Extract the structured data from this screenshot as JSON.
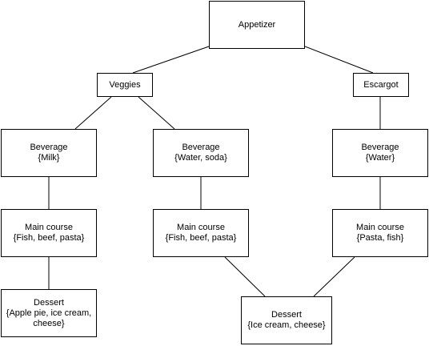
{
  "nodes": {
    "appetizer": {
      "lines": [
        "Appetizer"
      ]
    },
    "veggies": {
      "lines": [
        "Veggies"
      ]
    },
    "escargot": {
      "lines": [
        "Escargot"
      ]
    },
    "bev_milk": {
      "lines": [
        "Beverage",
        "{Milk}"
      ]
    },
    "bev_water_soda": {
      "lines": [
        "Beverage",
        "{Water, soda}"
      ]
    },
    "bev_water": {
      "lines": [
        "Beverage",
        "{Water}"
      ]
    },
    "main_1": {
      "lines": [
        "Main course",
        "{Fish, beef, pasta}"
      ]
    },
    "main_2": {
      "lines": [
        "Main course",
        "{Fish, beef, pasta}"
      ]
    },
    "main_3": {
      "lines": [
        "Main course",
        "{Pasta, fish}"
      ]
    },
    "dessert_1": {
      "lines": [
        "Dessert",
        "{Apple pie, ice cream,",
        "cheese}"
      ]
    },
    "dessert_2": {
      "lines": [
        "Dessert",
        "{Ice cream, cheese}"
      ]
    }
  },
  "edges": [
    {
      "from": "appetizer",
      "to": "veggies"
    },
    {
      "from": "appetizer",
      "to": "escargot"
    },
    {
      "from": "veggies",
      "to": "bev_milk"
    },
    {
      "from": "veggies",
      "to": "bev_water_soda"
    },
    {
      "from": "escargot",
      "to": "bev_water"
    },
    {
      "from": "bev_milk",
      "to": "main_1"
    },
    {
      "from": "bev_water_soda",
      "to": "main_2"
    },
    {
      "from": "bev_water",
      "to": "main_3"
    },
    {
      "from": "main_1",
      "to": "dessert_1"
    },
    {
      "from": "main_2",
      "to": "dessert_2"
    },
    {
      "from": "main_3",
      "to": "dessert_2"
    }
  ]
}
